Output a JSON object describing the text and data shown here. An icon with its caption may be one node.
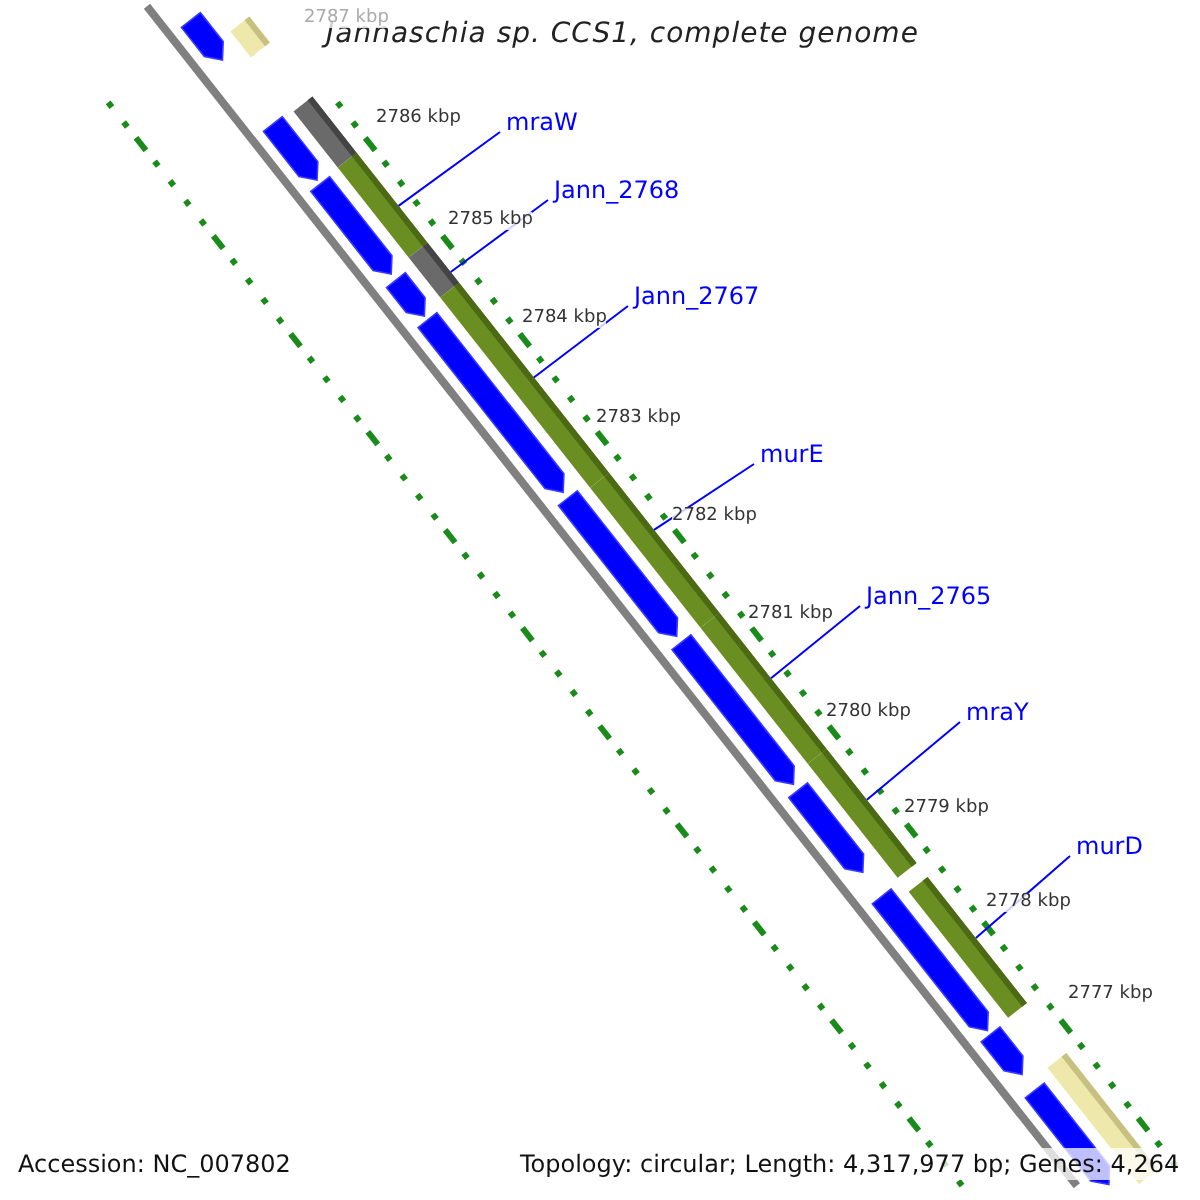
{
  "diagram": {
    "title": "Jannaschia sp. CCS1, complete genome",
    "nodes": [
      {
        "text": [
          "mraW"
        ]
      },
      {
        "text": [
          "Jann_2768"
        ]
      },
      {
        "text": [
          "Jann_2767"
        ]
      },
      {
        "text": [
          "murE"
        ]
      },
      {
        "text": [
          "Jann_2765"
        ]
      },
      {
        "text": [
          "mraY"
        ]
      },
      {
        "text": [
          "murD"
        ]
      },
      {
        "text": [],
        "shape": "bar"
      },
      {
        "text": [],
        "shape": "bar"
      },
      {
        "text": [],
        "shape": "bar"
      },
      {
        "text": [],
        "shape": "bar"
      },
      {
        "text": [],
        "shape": "bar"
      },
      {
        "text": [],
        "shape": "bar"
      },
      {
        "text": [],
        "shape": "bar"
      },
      {
        "text": [],
        "shape": "bar"
      },
      {
        "text": [],
        "shape": "bar"
      },
      {
        "text": [],
        "shape": "bar"
      },
      {
        "text": [],
        "shape": "pentagon"
      },
      {
        "text": [],
        "shape": "pentagon"
      },
      {
        "text": [],
        "shape": "pentagon"
      },
      {
        "text": [],
        "shape": "pentagon"
      },
      {
        "text": [],
        "shape": "pentagon"
      },
      {
        "text": [],
        "shape": "pentagon"
      },
      {
        "text": [],
        "shape": "pentagon"
      },
      {
        "text": [],
        "shape": "pentagon"
      },
      {
        "text": [],
        "shape": "pentagon"
      },
      {
        "text": [],
        "shape": "pentagon"
      },
      {
        "text": [],
        "shape": "pentagon"
      }
    ],
    "edges": [
      {
        "from": 0,
        "to": 7,
        "arrow": "none"
      },
      {
        "from": 1,
        "to": 8,
        "arrow": "none"
      },
      {
        "from": 2,
        "to": 9,
        "arrow": "none"
      },
      {
        "from": 3,
        "to": 10,
        "arrow": "none"
      },
      {
        "from": 4,
        "to": 11,
        "arrow": "none"
      },
      {
        "from": 5,
        "to": 12,
        "arrow": "none"
      },
      {
        "from": 6,
        "to": 13,
        "arrow": "none"
      }
    ],
    "labels": [
      "2787 kbp",
      "2786 kbp",
      "2785 kbp",
      "2784 kbp",
      "2783 kbp",
      "2782 kbp",
      "2781 kbp",
      "2780 kbp",
      "2779 kbp",
      "2778 kbp",
      "2777 kbp",
      "Accession: NC_007802",
      "Topology: circular; Length: 4,317,977 bp; Genes: 4,264"
    ]
  }
}
